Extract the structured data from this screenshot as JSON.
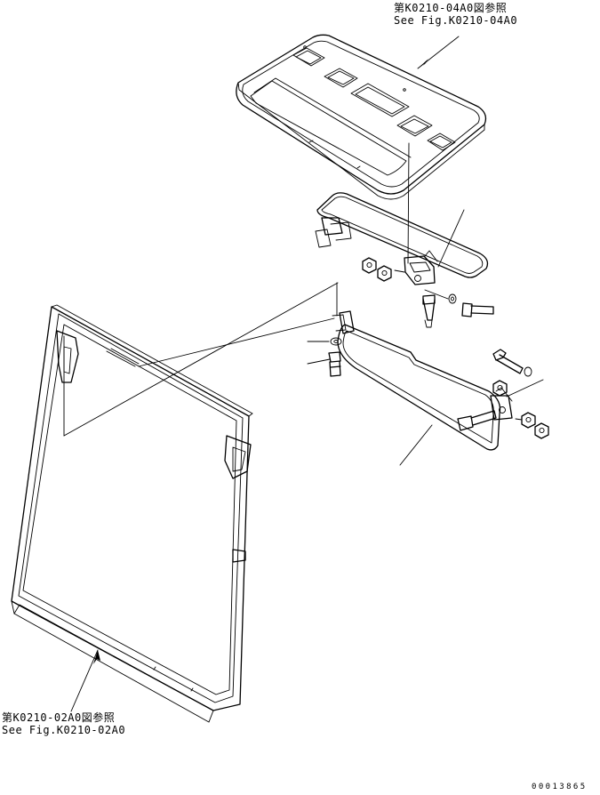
{
  "references": {
    "top": {
      "line1": "第K0210-04A0図参照",
      "line2": "See Fig.K0210-04A0"
    },
    "bottom": {
      "line1": "第K0210-02A0図参照",
      "line2": "See Fig.K0210-02A0"
    }
  },
  "drawing_code": "00013865"
}
